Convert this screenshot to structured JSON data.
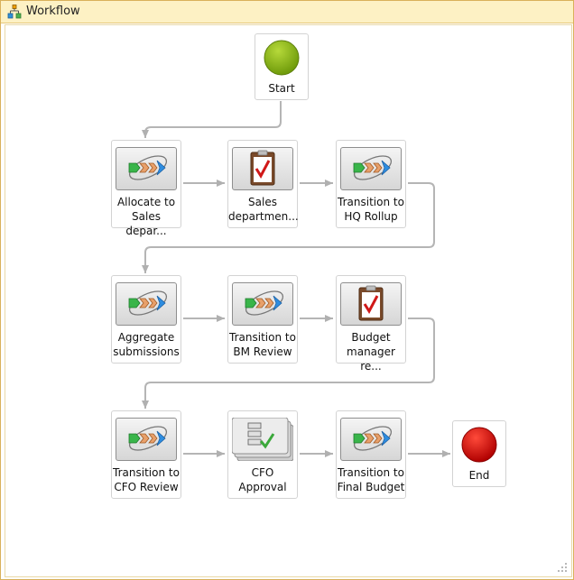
{
  "window": {
    "title": "Workflow",
    "title_icon": "workflow-icon"
  },
  "nodes": {
    "start": {
      "label": "Start",
      "icon": "start-circle-icon",
      "color": "#7aa615"
    },
    "allocate": {
      "line1": "Allocate to",
      "line2": "Sales depar...",
      "icon": "transition-arrows-icon"
    },
    "sales_dept": {
      "line1": "Sales",
      "line2": "departmen...",
      "icon": "clipboard-check-icon"
    },
    "hq_rollup": {
      "line1": "Transition to",
      "line2": "HQ Rollup",
      "icon": "transition-arrows-icon"
    },
    "aggregate": {
      "line1": "Aggregate",
      "line2": "submissions",
      "icon": "transition-arrows-icon"
    },
    "bm_review": {
      "line1": "Transition to",
      "line2": "BM Review",
      "icon": "transition-arrows-icon"
    },
    "budget_mgr": {
      "line1": "Budget",
      "line2": "manager re...",
      "icon": "clipboard-check-icon"
    },
    "cfo_review": {
      "line1": "Transition to",
      "line2": "CFO Review",
      "icon": "transition-arrows-icon"
    },
    "cfo_approval": {
      "line1": "CFO",
      "line2": "Approval",
      "icon": "approval-stack-icon"
    },
    "final_budget": {
      "line1": "Transition to",
      "line2": "Final Budget",
      "icon": "transition-arrows-icon"
    },
    "end": {
      "label": "End",
      "icon": "end-circle-icon",
      "color": "#d40000"
    }
  },
  "colors": {
    "connector": "#b5b5b5",
    "title_bar": "#fdf1c4",
    "border": "#d9b15a"
  }
}
